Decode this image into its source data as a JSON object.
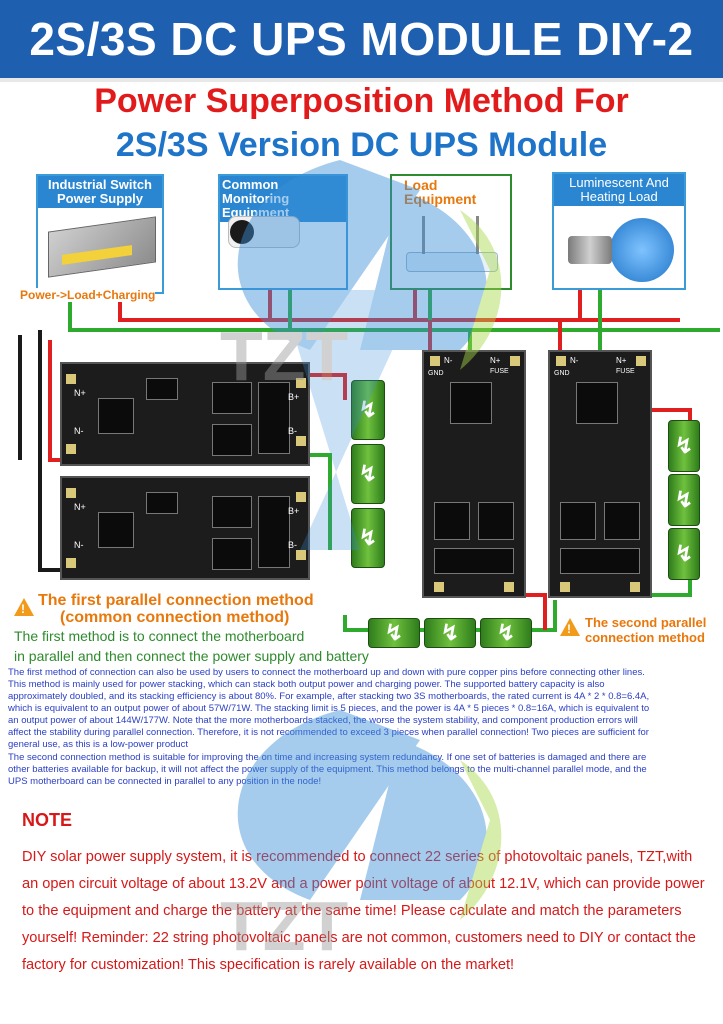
{
  "header": {
    "title": "2S/3S DC UPS MODULE DIY-2"
  },
  "subtitle": {
    "line1": "Power Superposition Method For",
    "line2": "2S/3S Version DC UPS Module"
  },
  "cards": [
    {
      "label": "Industrial Switch Power Supply",
      "caption": "Power->Load+Charging"
    },
    {
      "label": "Common Monitoring Equipment"
    },
    {
      "label": "Load Equipment"
    },
    {
      "label": "Luminescent And Heating Load"
    }
  ],
  "boards": {
    "terminal_labels": [
      "N+",
      "N-",
      "B+",
      "B-",
      "GND",
      "FUSE"
    ]
  },
  "method1": {
    "title": "The first parallel connection method",
    "subtitle": "(common connection method)",
    "desc1": "The first method is to connect the motherboard",
    "desc2": "in parallel and then connect the power supply and battery"
  },
  "method2": {
    "title": "The second parallel",
    "subtitle": "connection method"
  },
  "details": {
    "p1_l1": "The first method of connection can also be used by users to connect the motherboard up and down with pure copper pins before connecting other lines.",
    "p1_l2": "This method is mainly used for power stacking, which can stack both output power and charging power. The supported battery capacity is also",
    "p1_l3": "approximately doubled, and its stacking efficiency is about 80%. For example, after stacking two 3S motherboards, the rated current is 4A * 2 * 0.8=6.4A,",
    "p1_l4": "which is equivalent to an output power of about 57W/71W. The stacking limit is 5 pieces, and the power is 4A * 5 pieces * 0.8=16A, which is equivalent to",
    "p1_l5": "an output power of about 144W/177W. Note that the more motherboards stacked, the worse the system stability, and component production errors will",
    "p1_l6": "affect the stability during parallel connection. Therefore, it is not recommended to exceed 3 pieces when parallel connection! Two pieces are sufficient for",
    "p1_l7": "general use, as this is a low-power product",
    "p2_l1": "The second connection method is suitable for improving the on time and increasing system redundancy. If one set of batteries is damaged and there are",
    "p2_l2": "other batteries available for backup, it will not affect the power supply of the equipment. This method belongs to the multi-channel parallel mode, and the",
    "p2_l3": "UPS motherboard can be connected in parallel to any position in the node!"
  },
  "note": {
    "title": "NOTE",
    "body": "DIY solar power supply system, it is recommended to connect 22 series of photovoltaic panels, TZT,with an open circuit voltage of about 13.2V and a power point voltage of about 12.1V, which can provide power to the equipment and charge the battery at the same time! Please calculate and match the parameters yourself! Reminder: 22 string photovoltaic panels are not common, customers need to DIY or contact the factory for customization! This specification is rarely available on the market!"
  },
  "watermark": {
    "text": "TZT"
  },
  "colors": {
    "banner": "#1e5fb0",
    "red": "#e11b1b",
    "blue": "#1e74c8",
    "orange": "#e8780c",
    "green": "#2e8b2e",
    "wire_red": "#e02020",
    "wire_green": "#2eaa2e"
  }
}
